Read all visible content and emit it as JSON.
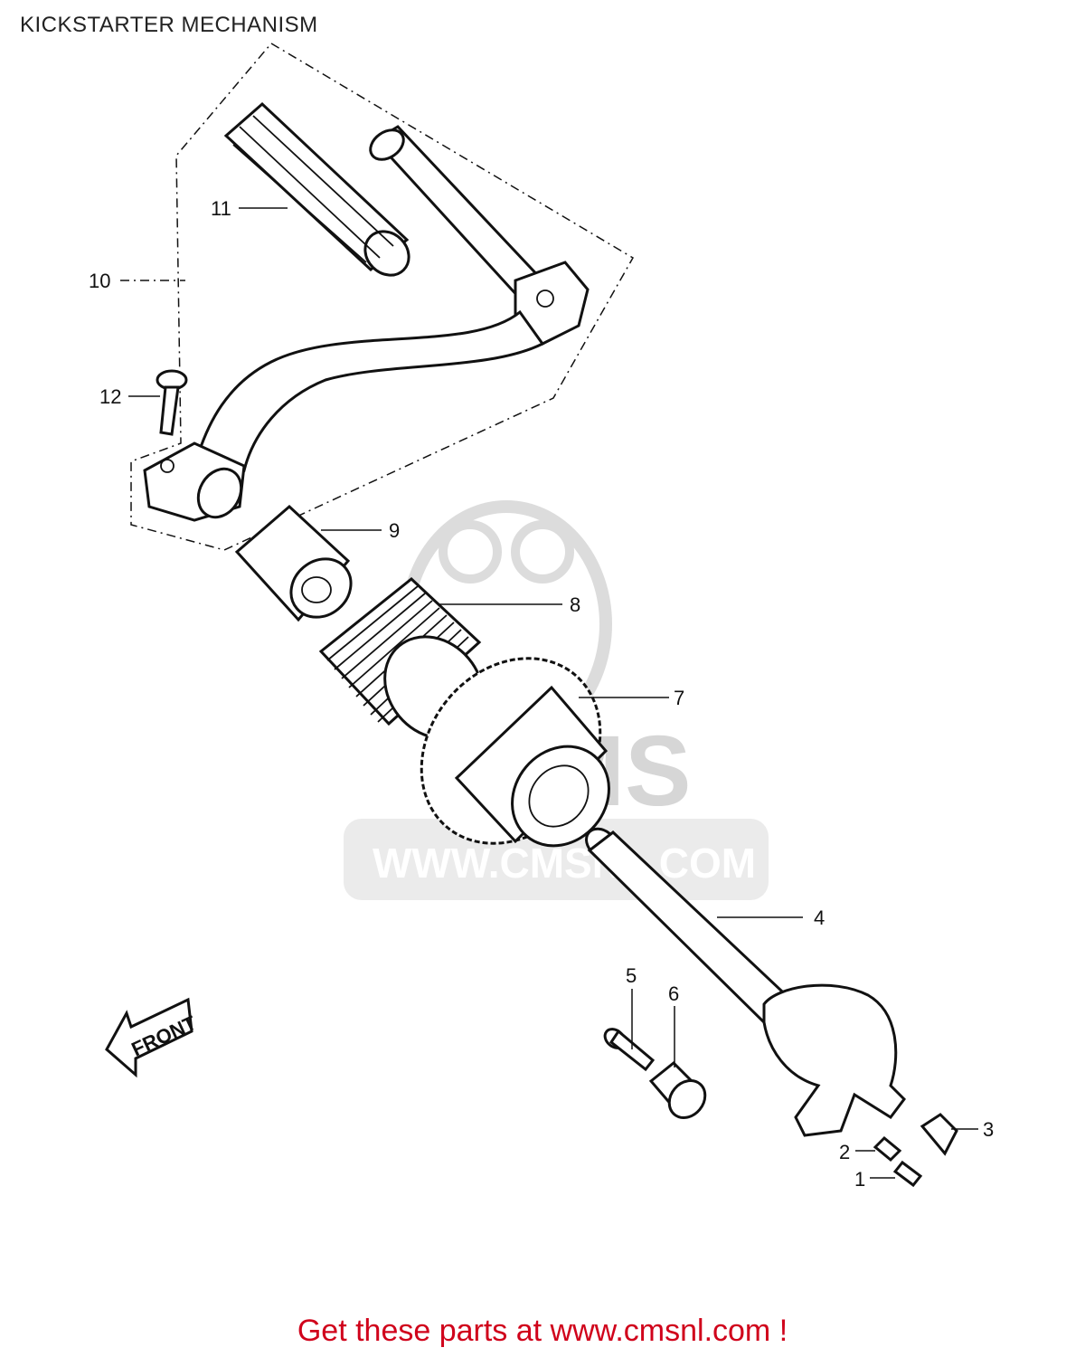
{
  "title": "KICKSTARTER MECHANISM",
  "watermark": {
    "brand": "CMS",
    "url": "WWW.CMSNL.COM",
    "color": "#d6d6d6"
  },
  "front_arrow": {
    "label": "FRONT"
  },
  "callouts": [
    {
      "id": "1",
      "label": "1"
    },
    {
      "id": "2",
      "label": "2"
    },
    {
      "id": "3",
      "label": "3"
    },
    {
      "id": "4",
      "label": "4"
    },
    {
      "id": "5",
      "label": "5"
    },
    {
      "id": "6",
      "label": "6"
    },
    {
      "id": "7",
      "label": "7"
    },
    {
      "id": "8",
      "label": "8"
    },
    {
      "id": "9",
      "label": "9"
    },
    {
      "id": "10",
      "label": "10"
    },
    {
      "id": "11",
      "label": "11"
    },
    {
      "id": "12",
      "label": "12"
    }
  ],
  "footer": {
    "text": "Get these parts at www.cmsnl.com !",
    "color": "#d0021b"
  }
}
